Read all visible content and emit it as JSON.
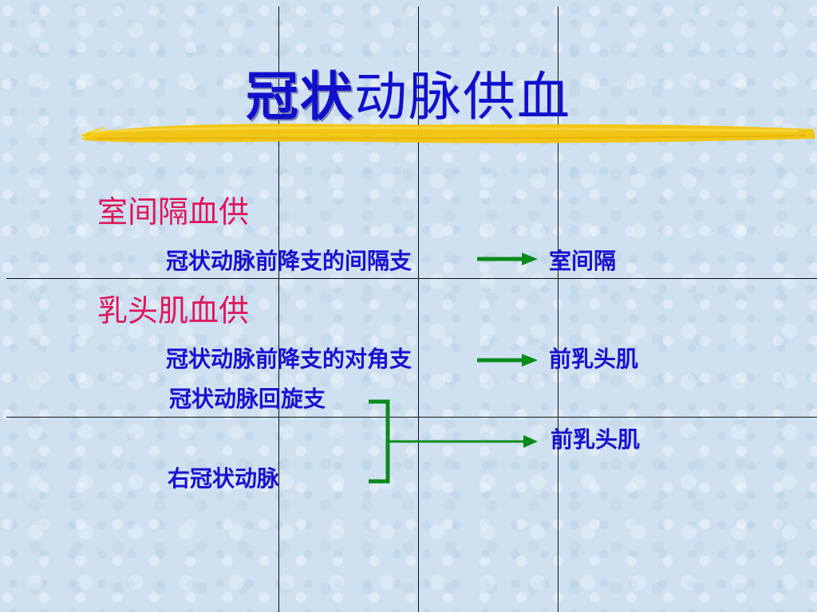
{
  "title": {
    "bold_part": "冠状",
    "rest": "动脉供血"
  },
  "sections": {
    "septum": {
      "heading": "室间隔血供",
      "source": "冠状动脉前降支的间隔支",
      "target": "室间隔"
    },
    "papillary": {
      "heading": "乳头肌血供",
      "source_1": "冠状动脉前降支的对角支",
      "target_1": "前乳头肌",
      "source_2": "冠状动脉回旋支",
      "source_3": "右冠状动脉",
      "target_2": "前乳头肌"
    }
  },
  "colors": {
    "heading": "#e0145a",
    "body_text": "#1a10d0",
    "title": "#1010cc",
    "arrow": "#0a8a1a",
    "highlight": "#f2c40a"
  }
}
